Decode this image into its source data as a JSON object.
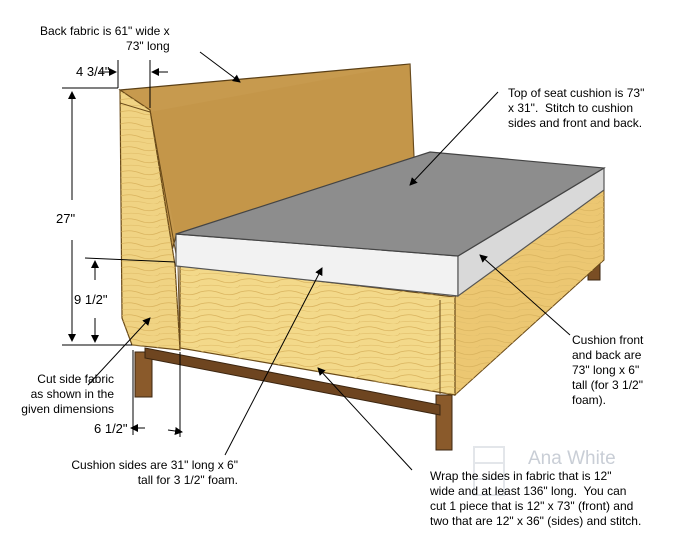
{
  "annotations": {
    "back_fabric": "Back fabric is 61\" wide x\n73\" long",
    "seat_top": "Top of seat cushion is 73\"\nx 31\".  Stitch to cushion\nsides and front and back.",
    "cushion_front": "Cushion front\nand back are\n73\" long x 6\"\ntall (for 3 1/2\"\nfoam).",
    "cut_side": "Cut side fabric\nas shown in the\ngiven dimensions",
    "cushion_sides": "Cushion sides are 31\" long x 6\"\ntall for 3 1/2\" foam.",
    "wrap_sides": "Wrap the sides in fabric that is 12\"\nwide and at least 136\" long.  You can\ncut 1 piece that is 12\" x 73\" (front) and\ntwo that are 12\" x 36\" (sides) and stitch."
  },
  "dimensions": {
    "top_width": "4 3/4\"",
    "total_height": "27\"",
    "seat_height": "9 1/2\"",
    "bottom_width": "6 1/2\""
  },
  "watermark": "Ana White",
  "colors": {
    "wood_light": "#f3d98a",
    "wood_mid": "#e7c36c",
    "back_fabric": "#c79a4e",
    "cushion_top": "#8d8d8d",
    "cushion_side": "#f2f2f2",
    "leg": "#8a5a2b"
  }
}
